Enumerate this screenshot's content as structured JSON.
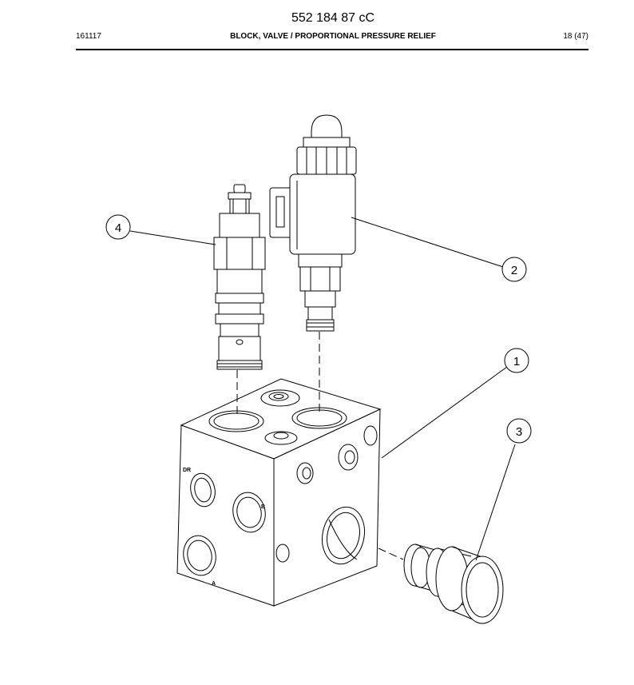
{
  "header": {
    "doc_number": "552 184 87 cC",
    "date_code": "161117",
    "title": "BLOCK, VALVE / PROPORTIONAL PRESSURE RELIEF",
    "page": "18 (47)"
  },
  "callouts": {
    "item_1": "1",
    "item_2": "2",
    "item_3": "3",
    "item_4": "4"
  },
  "port_labels": {
    "dr": "DR",
    "b": "B",
    "a": "A"
  }
}
